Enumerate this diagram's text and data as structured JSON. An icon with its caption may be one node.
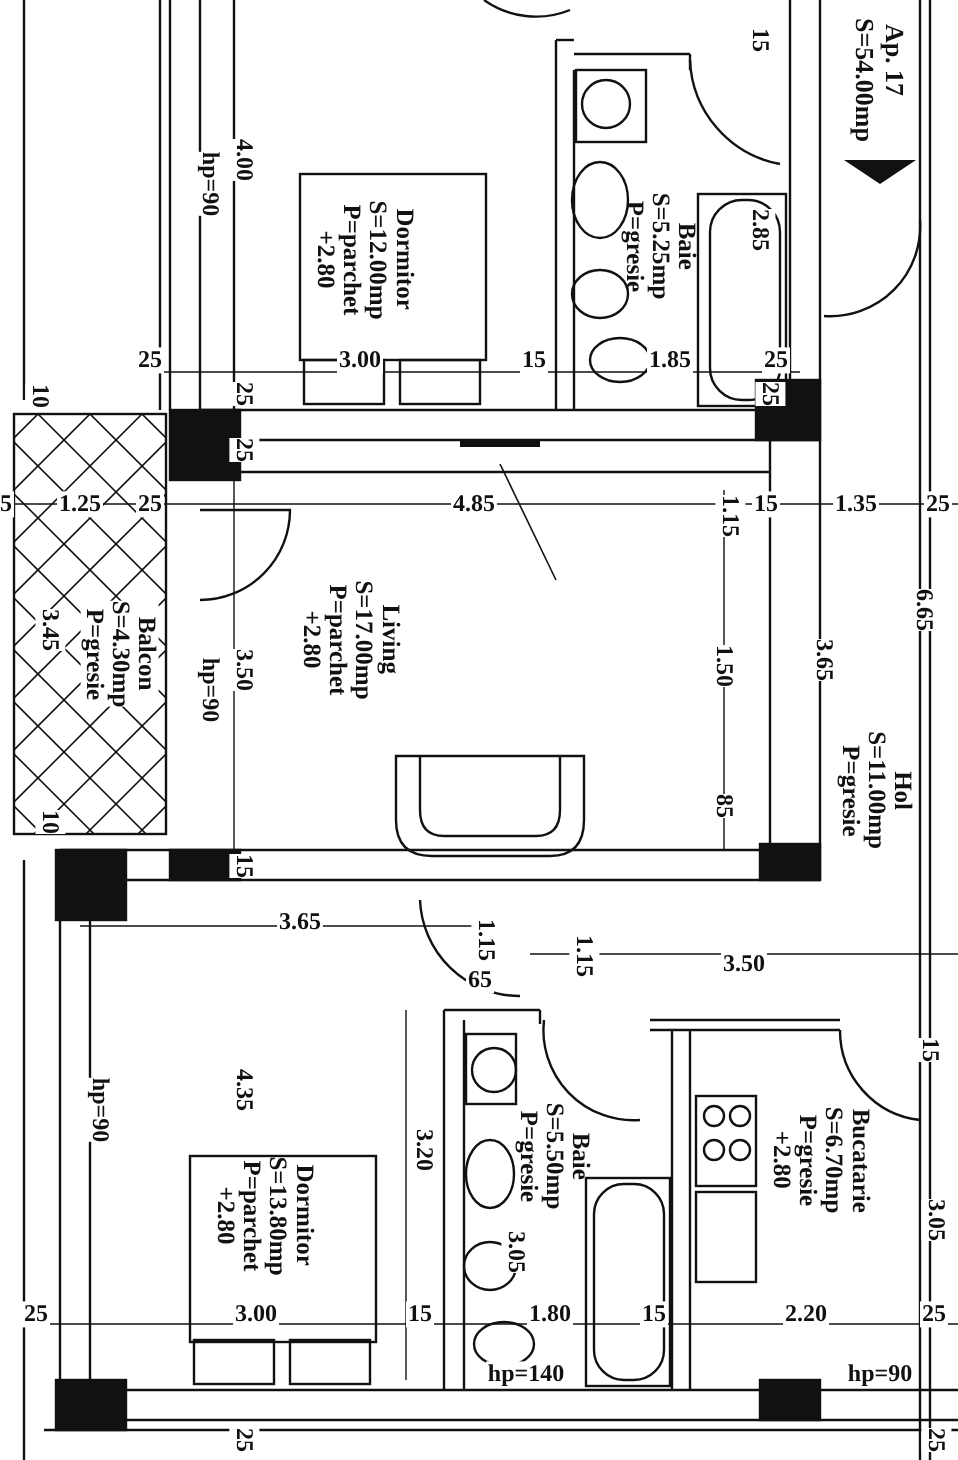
{
  "diagram": {
    "nodes": [
      {
        "text": [
          "Dormitor",
          "S=12.00mp",
          "P=parchet",
          "+2.80"
        ]
      },
      {
        "text": [
          "Baie",
          "S=5.25mp",
          "P=gresie"
        ]
      },
      {
        "text": [
          "Balcon",
          "S=4.30mp",
          "P=gresie"
        ]
      },
      {
        "text": [
          "Living",
          "S=17.00mp",
          "P=parchet",
          "+2.80"
        ]
      },
      {
        "text": [
          "Hol",
          "S=11.00mp",
          "P=gresie"
        ]
      },
      {
        "text": [
          "Dormitor",
          "S=13.80mp",
          "P=parchet",
          "+2.80"
        ]
      },
      {
        "text": [
          "Baie",
          "S=5.50mp",
          "P=gresie"
        ]
      },
      {
        "text": [
          "Bucatarie",
          "S=6.70mp",
          "P=gresie",
          "+2.80"
        ]
      }
    ],
    "labels": [
      "15",
      "Ap. 17",
      "S=54.00mp",
      "4.00",
      "hp=90",
      "2.85",
      "25",
      "3.00",
      "15",
      "1.85",
      "25",
      "10",
      "25",
      "25",
      "25",
      "5",
      "1.25",
      "25",
      "4.85",
      "1.15",
      "15",
      "1.35",
      "25",
      "6.65",
      "3.45",
      "3.50",
      "hp=90",
      "1.50",
      "3.65",
      "85",
      "10",
      "15",
      "3.65",
      "1.15",
      "1.15",
      "65",
      "3.50",
      "15",
      "hp=90",
      "4.35",
      "3.20",
      "3.05",
      "3.05",
      "25",
      "3.00",
      "15",
      "1.80",
      "15",
      "2.20",
      "25",
      "hp=140",
      "hp=90",
      "25",
      "25"
    ]
  }
}
